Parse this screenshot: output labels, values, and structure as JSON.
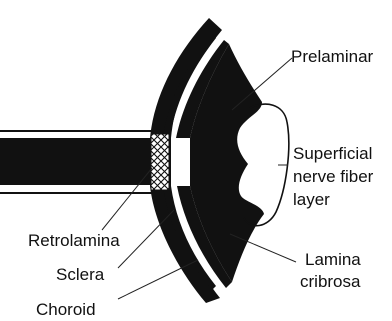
{
  "diagram": {
    "labels": {
      "prelaminar": "Prelaminar",
      "superficial_line1": "Superficial",
      "superficial_line2": "nerve fiber",
      "superficial_line3": "layer",
      "retrolamina": "Retrolamina",
      "sclera": "Sclera",
      "choroid": "Choroid",
      "lamina_line1": "Lamina",
      "lamina_line2": "cribrosa"
    },
    "colors": {
      "ink": "#111111",
      "paper": "#ffffff",
      "leader": "#222222"
    }
  }
}
